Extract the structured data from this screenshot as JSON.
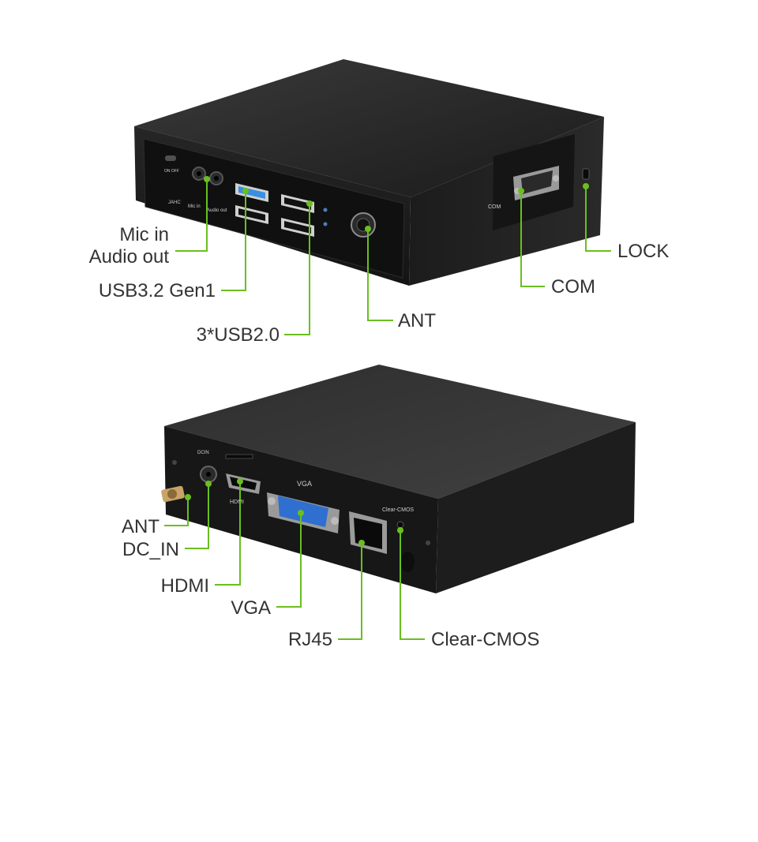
{
  "colors": {
    "leader": "#6abf1e",
    "label": "#333333",
    "chassis": "#1e1e1e",
    "usb3_blue": "#3a8fe0",
    "vga_blue": "#2f6fd0"
  },
  "front_view": {
    "panel_text": {
      "switch": "ON  OFF",
      "jack1": "JAHC",
      "jack2": "Mic in",
      "jack3": "Audio out",
      "com": "COM"
    },
    "callouts": {
      "mic_in": "Mic in",
      "audio_out": "Audio out",
      "usb3": "USB3.2 Gen1",
      "usb2": "3*USB2.0",
      "ant": "ANT",
      "com": "COM",
      "lock": "LOCK"
    }
  },
  "rear_view": {
    "panel_text": {
      "vga": "VGA",
      "hdmi": "HDMI",
      "clear_cmos": "Clear-CMOS",
      "dcin": "DCIN"
    },
    "callouts": {
      "ant": "ANT",
      "dc_in": "DC_IN",
      "hdmi": "HDMI",
      "vga": "VGA",
      "rj45": "RJ45",
      "clear_cmos": "Clear-CMOS"
    }
  }
}
